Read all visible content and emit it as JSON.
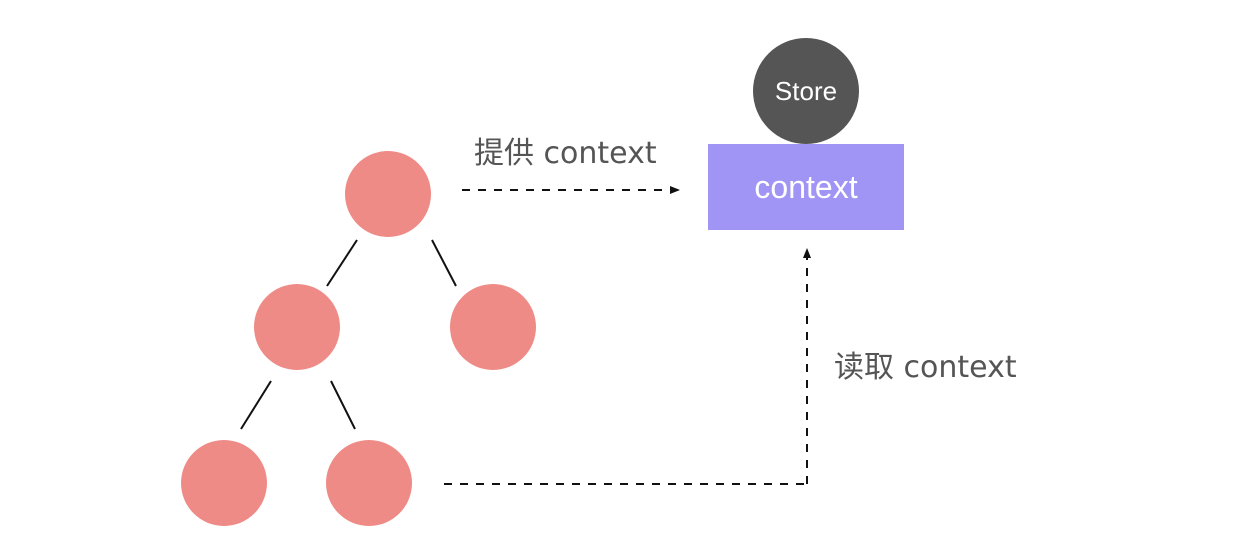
{
  "labels": {
    "provide": "提供 context",
    "read": "读取 context"
  },
  "store": {
    "label": "Store",
    "color": "#555555"
  },
  "context_box": {
    "label": "context",
    "color": "#a095f5"
  },
  "tree": {
    "node_color": "#ef8b86",
    "nodes": [
      "root",
      "left-child",
      "right-child",
      "left-left-grandchild",
      "left-right-grandchild"
    ]
  }
}
